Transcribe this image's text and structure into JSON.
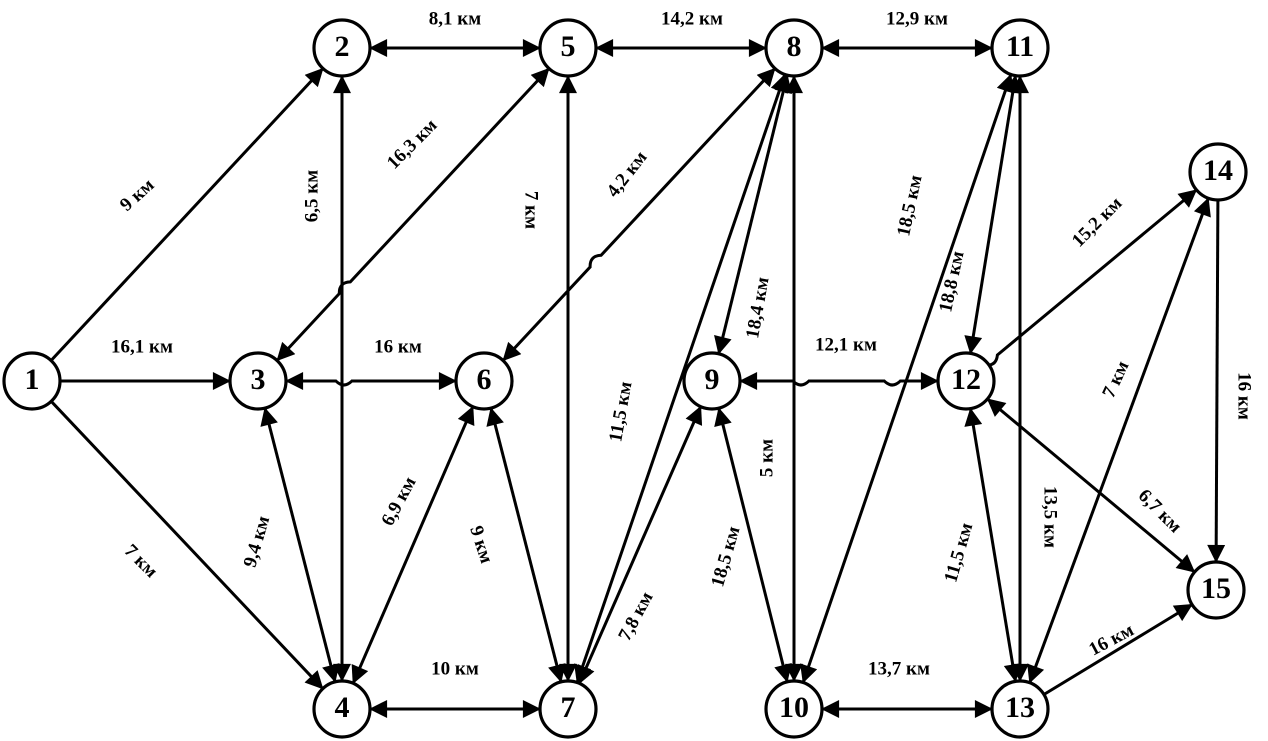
{
  "nodes": [
    {
      "id": "1",
      "label": "1"
    },
    {
      "id": "2",
      "label": "2"
    },
    {
      "id": "3",
      "label": "3"
    },
    {
      "id": "4",
      "label": "4"
    },
    {
      "id": "5",
      "label": "5"
    },
    {
      "id": "6",
      "label": "6"
    },
    {
      "id": "7",
      "label": "7"
    },
    {
      "id": "8",
      "label": "8"
    },
    {
      "id": "9",
      "label": "9"
    },
    {
      "id": "10",
      "label": "10"
    },
    {
      "id": "11",
      "label": "11"
    },
    {
      "id": "12",
      "label": "12"
    },
    {
      "id": "13",
      "label": "13"
    },
    {
      "id": "14",
      "label": "14"
    },
    {
      "id": "15",
      "label": "15"
    }
  ],
  "edges": [
    {
      "from": "1",
      "to": "2",
      "label": "9 км",
      "direction": "forward"
    },
    {
      "from": "1",
      "to": "3",
      "label": "16,1 км",
      "direction": "forward"
    },
    {
      "from": "1",
      "to": "4",
      "label": "7 км",
      "direction": "forward"
    },
    {
      "from": "2",
      "to": "5",
      "label": "8,1 км",
      "direction": "both"
    },
    {
      "from": "2",
      "to": "4",
      "label": "6,5 км",
      "direction": "both"
    },
    {
      "from": "5",
      "to": "3",
      "label": "16,3 км",
      "direction": "both"
    },
    {
      "from": "3",
      "to": "6",
      "label": "16 км",
      "direction": "both"
    },
    {
      "from": "3",
      "to": "4",
      "label": "9,4 км",
      "direction": "both"
    },
    {
      "from": "4",
      "to": "6",
      "label": "6,9 км",
      "direction": "both"
    },
    {
      "from": "4",
      "to": "7",
      "label": "10 км",
      "direction": "both"
    },
    {
      "from": "5",
      "to": "8",
      "label": "14,2 км",
      "direction": "both"
    },
    {
      "from": "5",
      "to": "7",
      "label": "7 км",
      "direction": "both"
    },
    {
      "from": "8",
      "to": "6",
      "label": "4,2 км",
      "direction": "both"
    },
    {
      "from": "6",
      "to": "7",
      "label": "9 км",
      "direction": "both"
    },
    {
      "from": "7",
      "to": "8",
      "label": "11,5 км",
      "direction": "both"
    },
    {
      "from": "7",
      "to": "9",
      "label": "7,8 км",
      "direction": "both"
    },
    {
      "from": "8",
      "to": "11",
      "label": "12,9 км",
      "direction": "both"
    },
    {
      "from": "8",
      "to": "9",
      "label": "18,4 км",
      "direction": "both"
    },
    {
      "from": "8",
      "to": "10",
      "label": "5 км",
      "direction": "both"
    },
    {
      "from": "9",
      "to": "12",
      "label": "12,1 км",
      "direction": "both"
    },
    {
      "from": "9",
      "to": "10",
      "label": "18,5 км",
      "direction": "both"
    },
    {
      "from": "10",
      "to": "11",
      "label": "18,5 км",
      "direction": "both"
    },
    {
      "from": "10",
      "to": "13",
      "label": "13,7 км",
      "direction": "both"
    },
    {
      "from": "11",
      "to": "12",
      "label": "18,8 км",
      "direction": "both"
    },
    {
      "from": "11",
      "to": "13",
      "label": "13,5 км",
      "direction": "both"
    },
    {
      "from": "12",
      "to": "14",
      "label": "15,2 км",
      "direction": "both"
    },
    {
      "from": "12",
      "to": "13",
      "label": "11,5 км",
      "direction": "both"
    },
    {
      "from": "12",
      "to": "15",
      "label": "6,7 км",
      "direction": "both"
    },
    {
      "from": "13",
      "to": "14",
      "label": "7 км",
      "direction": "both"
    },
    {
      "from": "13",
      "to": "15",
      "label": "16 км",
      "direction": "forward"
    },
    {
      "from": "14",
      "to": "15",
      "label": "16 км",
      "direction": "forward"
    }
  ]
}
